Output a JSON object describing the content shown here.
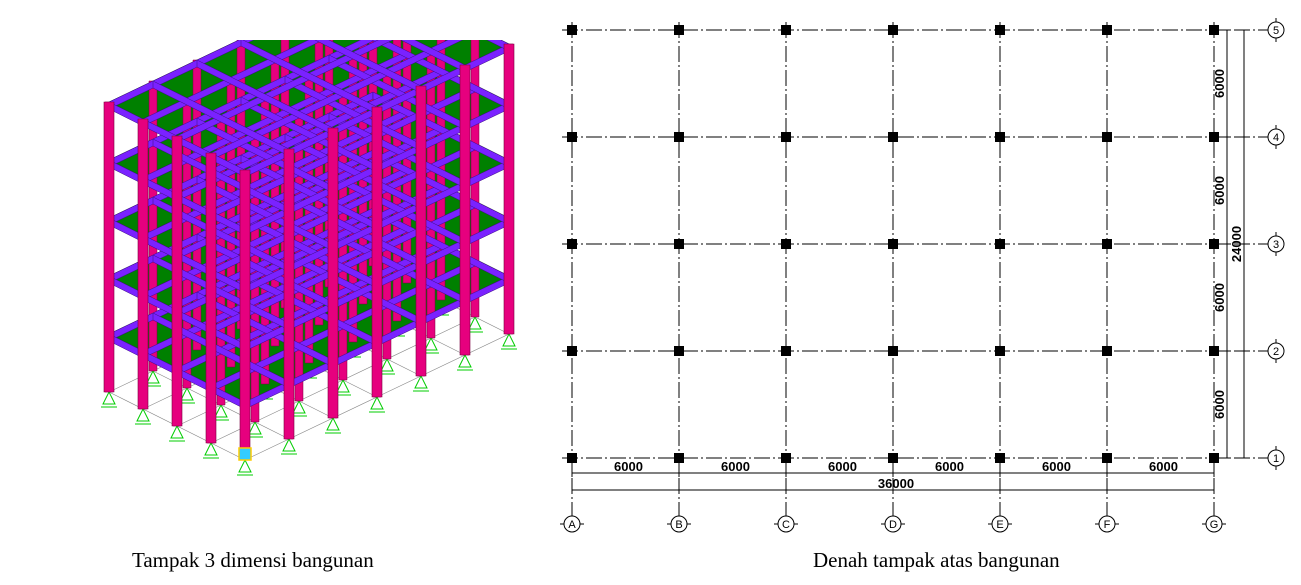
{
  "captions": {
    "left": "Tampak 3 dimensi bangunan",
    "right": "Denah tampak atas bangunan"
  },
  "colors": {
    "column": "#e6007e",
    "beam": "#7a22ff",
    "slab": "#008000",
    "support": "#00cc00",
    "grid": "#000000"
  },
  "plan": {
    "x_axes": [
      "A",
      "B",
      "C",
      "D",
      "E",
      "F",
      "G"
    ],
    "y_axes": [
      "1",
      "2",
      "3",
      "4",
      "5"
    ],
    "x_spans": [
      "6000",
      "6000",
      "6000",
      "6000",
      "6000",
      "6000"
    ],
    "y_spans": [
      "6000",
      "6000",
      "6000",
      "6000"
    ],
    "x_total": "36000",
    "y_total": "24000"
  }
}
